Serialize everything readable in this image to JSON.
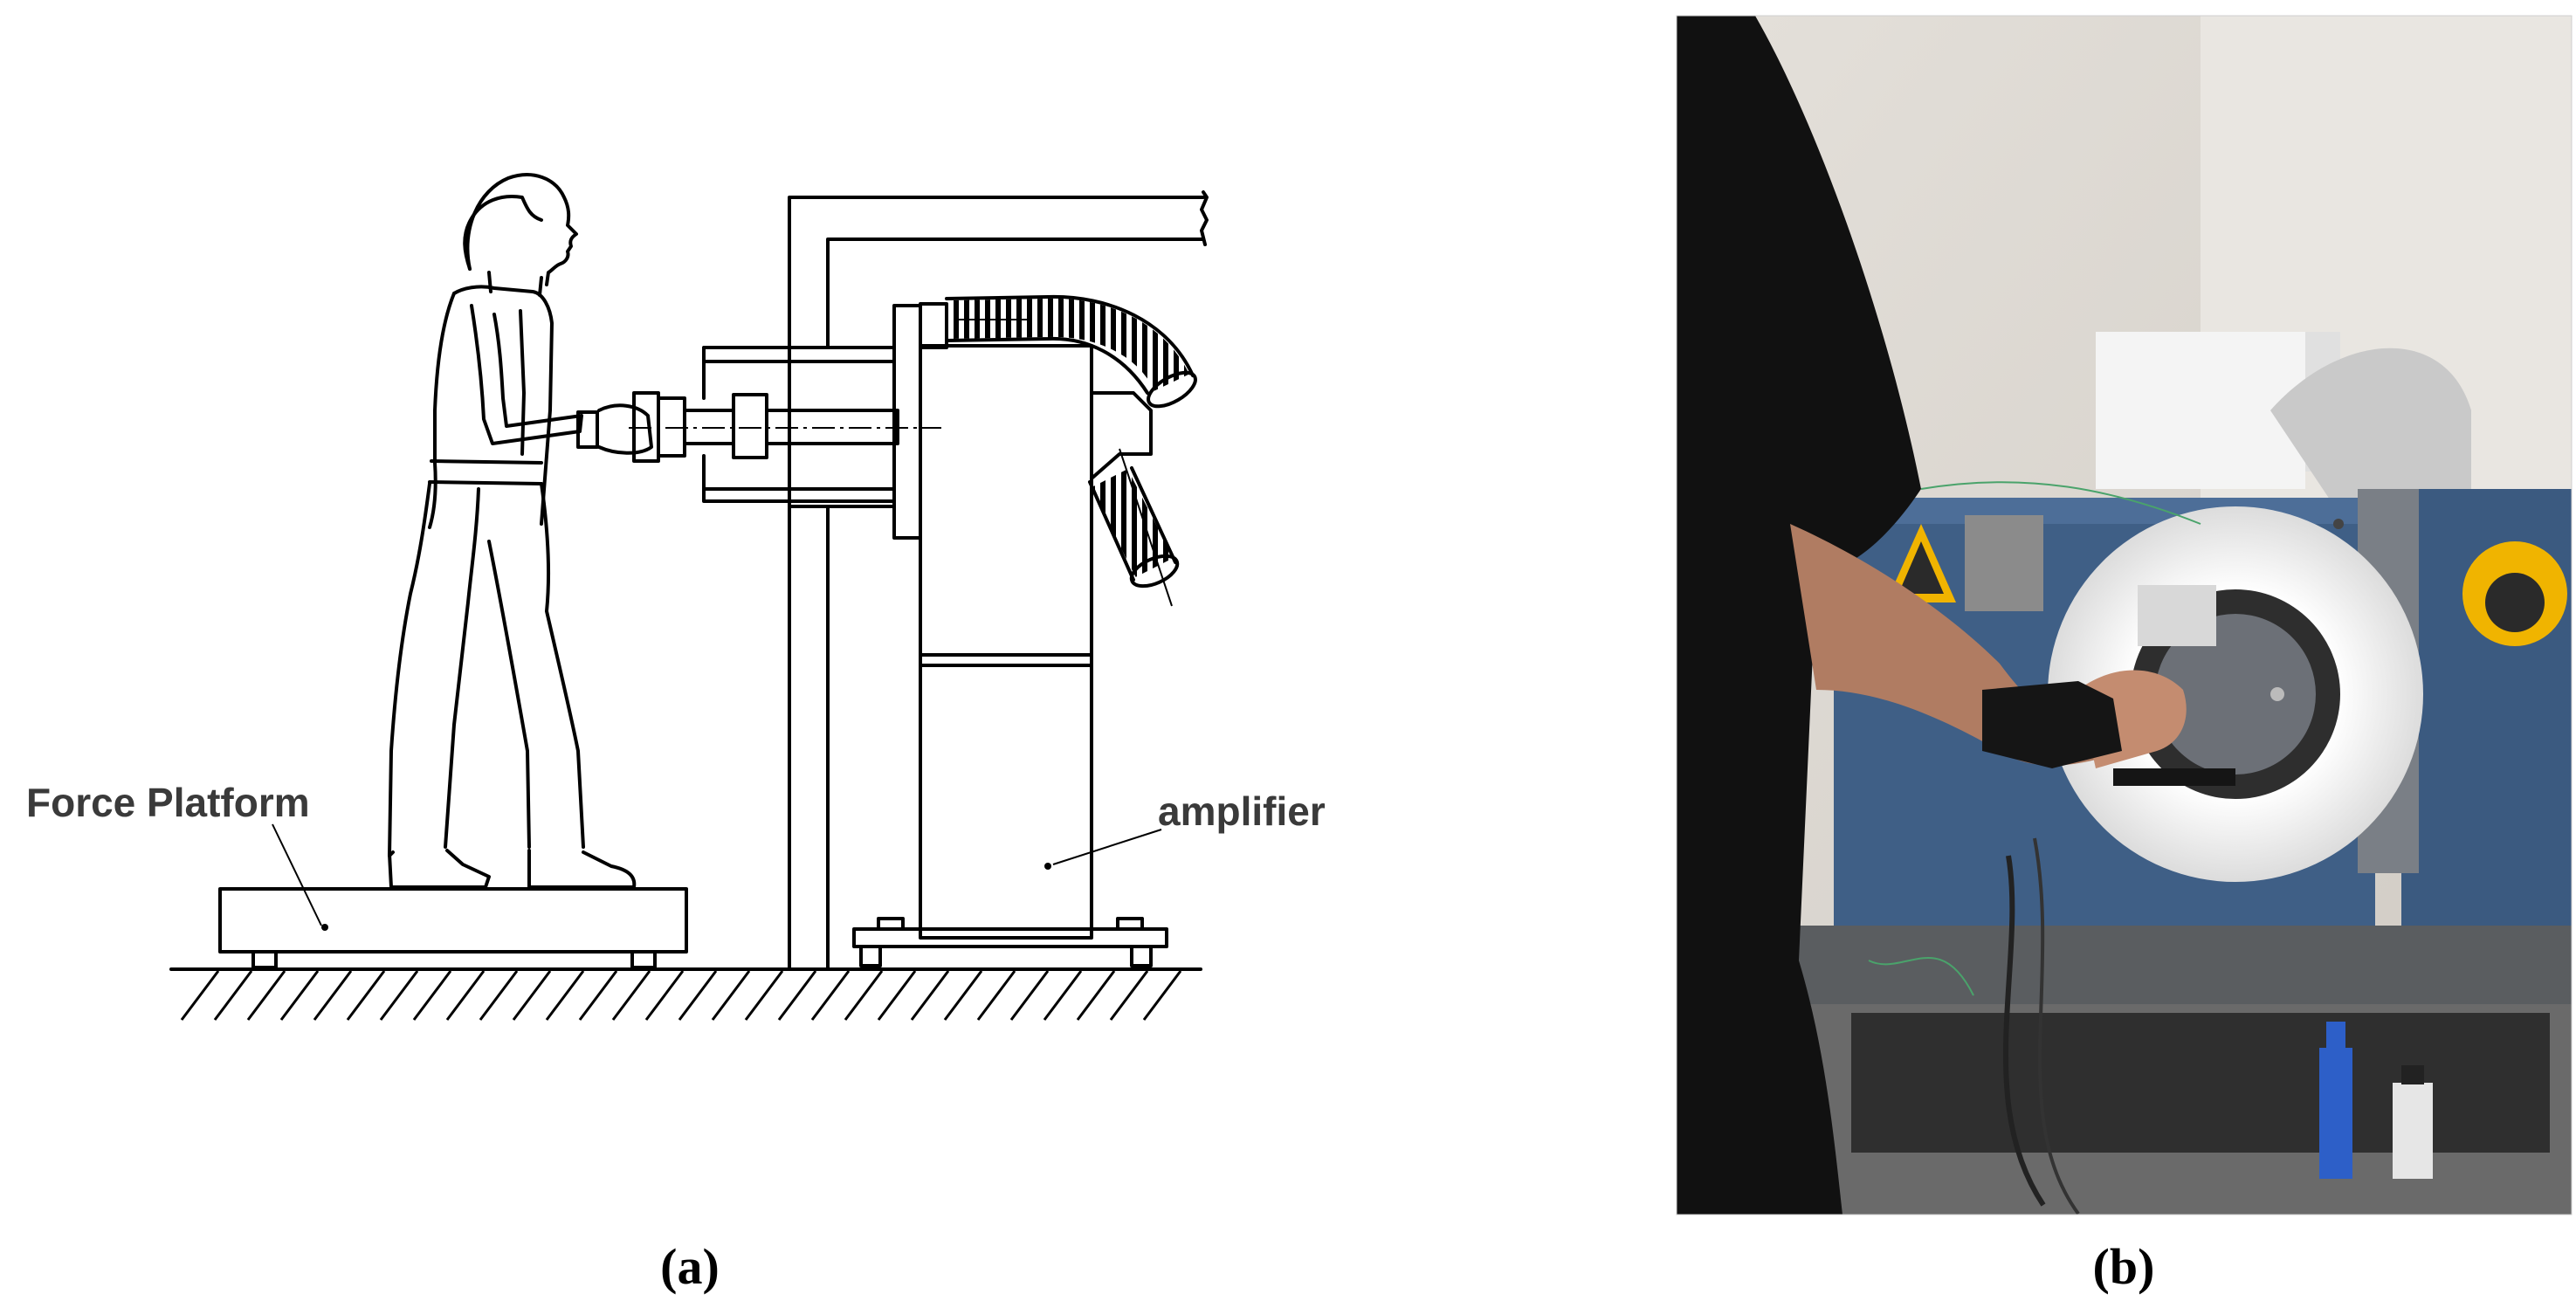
{
  "panel_a": {
    "caption": "(a)",
    "labels": {
      "force_platform": "Force Platform",
      "amplifier": "amplifier"
    }
  },
  "panel_b": {
    "caption": "(b)"
  },
  "colors": {
    "line": "#000000",
    "label_text": "#3a3a3a",
    "machine_blue": "#3f5f86",
    "disc_white": "#f2f2f2",
    "wall": "#d9d6d1",
    "warning_yellow": "#f0b400"
  }
}
